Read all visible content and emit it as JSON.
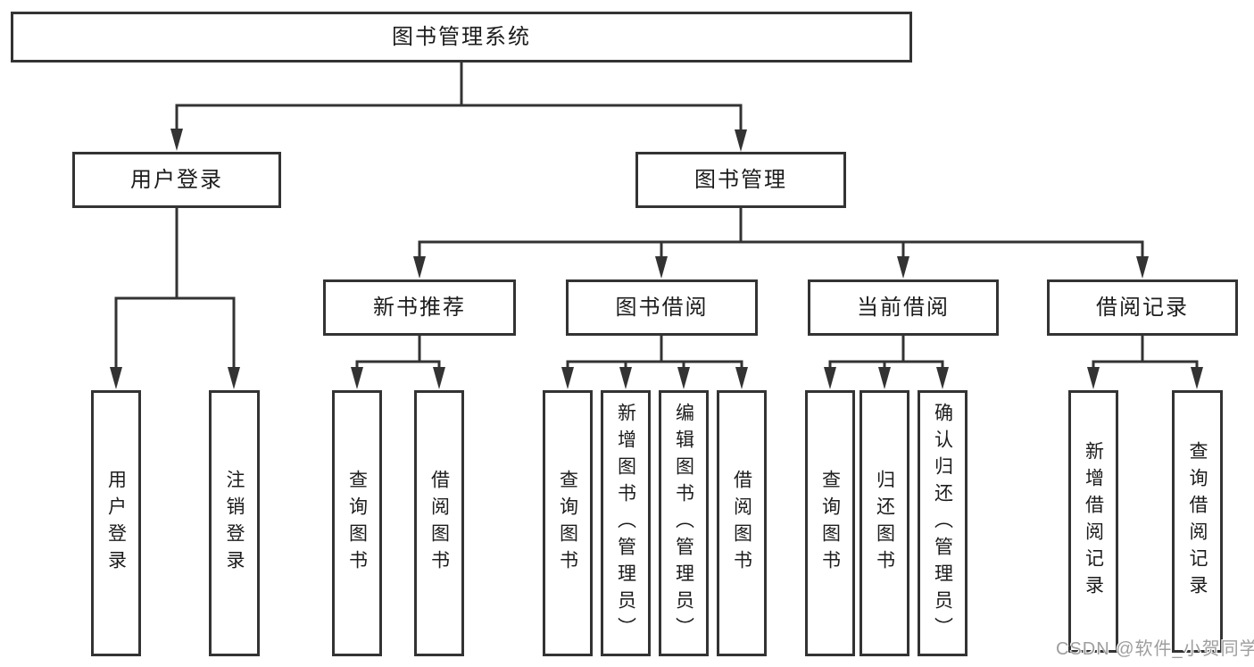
{
  "diagram": {
    "root": "图书管理系统",
    "level1": [
      "用户登录",
      "图书管理"
    ],
    "level2": [
      "新书推荐",
      "图书借阅",
      "当前借阅",
      "借阅记录"
    ],
    "leaves": [
      "用户登录",
      "注销登录",
      "查询图书",
      "借阅图书",
      "查询图书",
      "新增图书（管理员）",
      "编辑图书（管理员）",
      "借阅图书",
      "查询图书",
      "归还图书",
      "确认归还（管理员）",
      "新增借阅记录",
      "查询借阅记录"
    ]
  },
  "watermark": "CSDN @软件_小贺同学",
  "colors": {
    "line": "#333333",
    "box_border": "#333333",
    "box_fill": "#ffffff",
    "text": "#1c1c1c",
    "watermark": "#9e9e9e",
    "background": "#ffffff"
  }
}
